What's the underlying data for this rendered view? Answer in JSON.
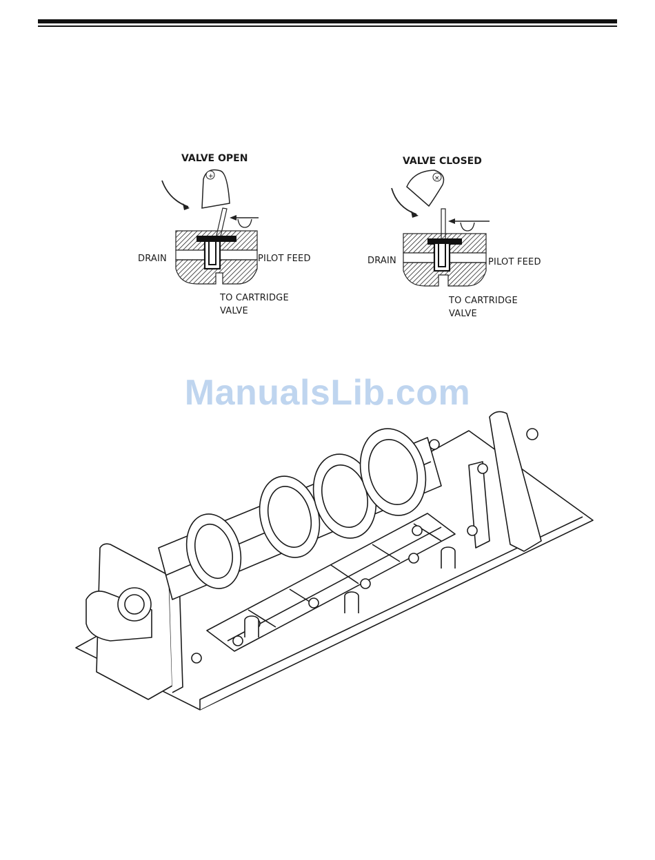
{
  "header": {
    "rule": "double-rule"
  },
  "diagram_open": {
    "title": "VALVE OPEN",
    "drain": "DRAIN",
    "pilot": "PILOT FEED",
    "dest_line1": "TO CARTRIDGE",
    "dest_line2": "VALVE",
    "cam_symbol": "+"
  },
  "diagram_closed": {
    "title": "VALVE CLOSED",
    "drain": "DRAIN",
    "pilot": "PILOT FEED",
    "dest_line1": "TO CARTRIDGE",
    "dest_line2": "VALVE",
    "cam_symbol": "×"
  },
  "watermark": {
    "text": "ManualsLib.com",
    "color": "#aac7ea"
  },
  "assembly": {
    "icon": "camshaft-assembly-illustration"
  }
}
